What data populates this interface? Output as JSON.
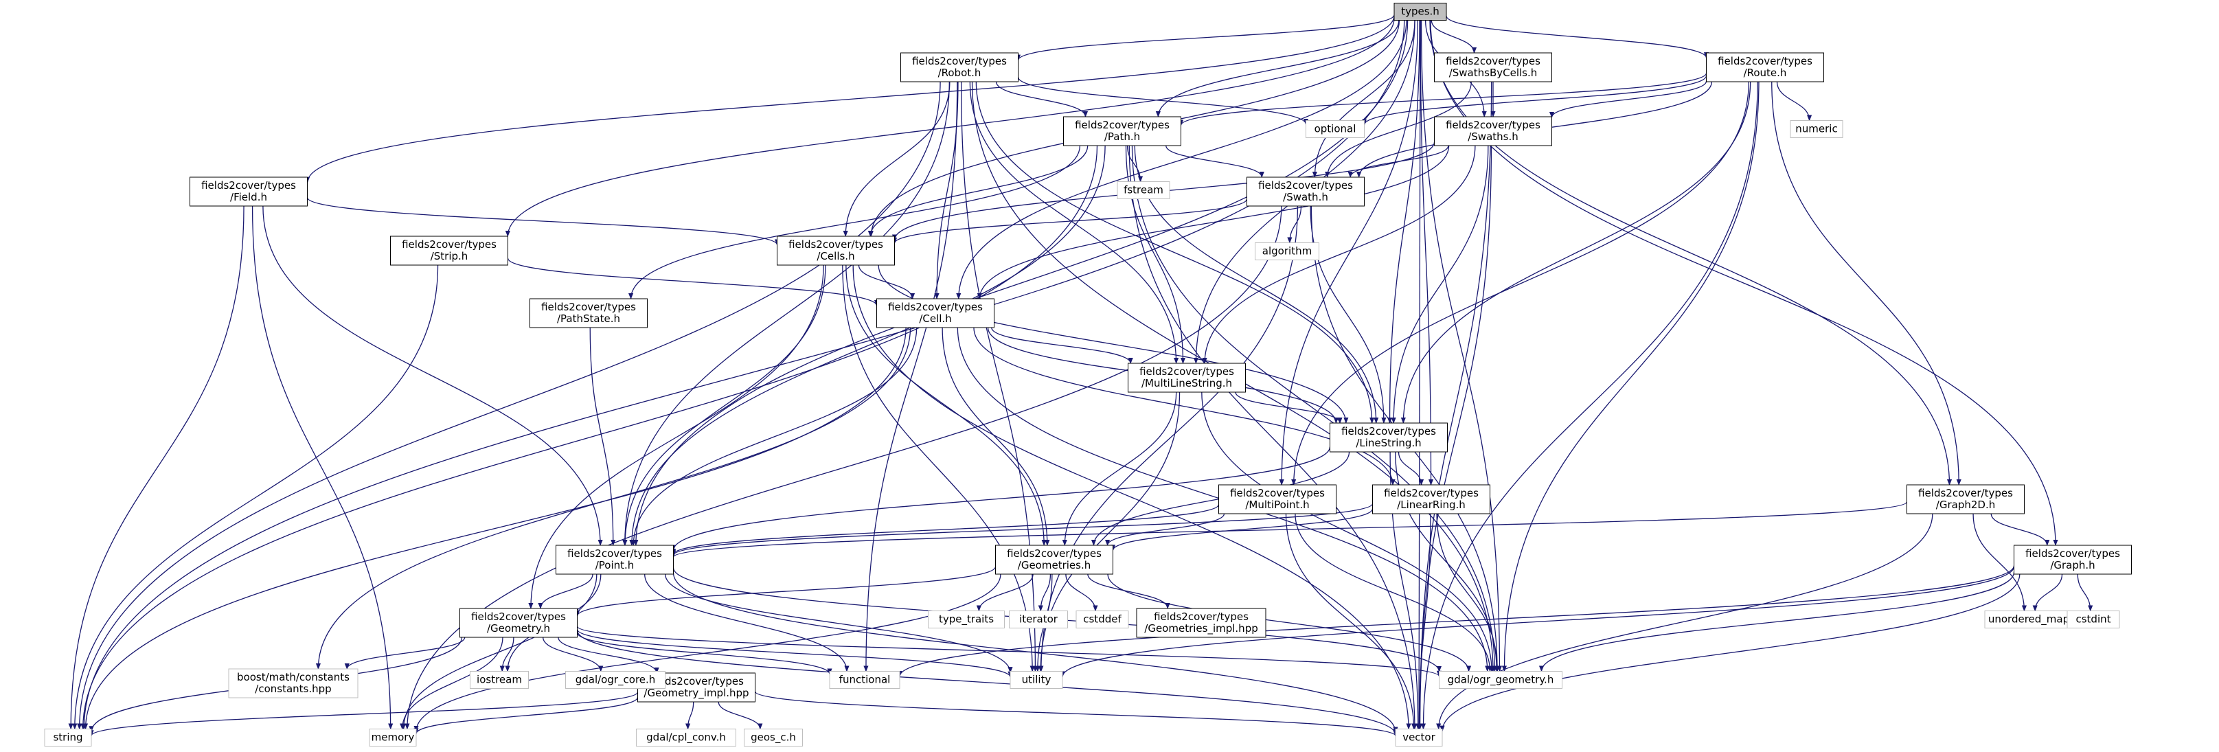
{
  "nodes": [
    {
      "id": "types",
      "lines": [
        "types.h"
      ],
      "kind": "root"
    },
    {
      "id": "robot",
      "lines": [
        "fields2cover/types",
        "/Robot.h"
      ],
      "kind": "header"
    },
    {
      "id": "swathsbycells",
      "lines": [
        "fields2cover/types",
        "/SwathsByCells.h"
      ],
      "kind": "header"
    },
    {
      "id": "route",
      "lines": [
        "fields2cover/types",
        "/Route.h"
      ],
      "kind": "header"
    },
    {
      "id": "path",
      "lines": [
        "fields2cover/types",
        "/Path.h"
      ],
      "kind": "header"
    },
    {
      "id": "swaths",
      "lines": [
        "fields2cover/types",
        "/Swaths.h"
      ],
      "kind": "header"
    },
    {
      "id": "field",
      "lines": [
        "fields2cover/types",
        "/Field.h"
      ],
      "kind": "header"
    },
    {
      "id": "swath",
      "lines": [
        "fields2cover/types",
        "/Swath.h"
      ],
      "kind": "header"
    },
    {
      "id": "strip",
      "lines": [
        "fields2cover/types",
        "/Strip.h"
      ],
      "kind": "header"
    },
    {
      "id": "cells",
      "lines": [
        "fields2cover/types",
        "/Cells.h"
      ],
      "kind": "header"
    },
    {
      "id": "pathstate",
      "lines": [
        "fields2cover/types",
        "/PathState.h"
      ],
      "kind": "header"
    },
    {
      "id": "cell",
      "lines": [
        "fields2cover/types",
        "/Cell.h"
      ],
      "kind": "header"
    },
    {
      "id": "multilinestring",
      "lines": [
        "fields2cover/types",
        "/MultiLineString.h"
      ],
      "kind": "header"
    },
    {
      "id": "linestring",
      "lines": [
        "fields2cover/types",
        "/LineString.h"
      ],
      "kind": "header"
    },
    {
      "id": "multipoint",
      "lines": [
        "fields2cover/types",
        "/MultiPoint.h"
      ],
      "kind": "header"
    },
    {
      "id": "linearring",
      "lines": [
        "fields2cover/types",
        "/LinearRing.h"
      ],
      "kind": "header"
    },
    {
      "id": "graph2d",
      "lines": [
        "fields2cover/types",
        "/Graph2D.h"
      ],
      "kind": "header"
    },
    {
      "id": "point",
      "lines": [
        "fields2cover/types",
        "/Point.h"
      ],
      "kind": "header"
    },
    {
      "id": "geometries",
      "lines": [
        "fields2cover/types",
        "/Geometries.h"
      ],
      "kind": "header"
    },
    {
      "id": "graph",
      "lines": [
        "fields2cover/types",
        "/Graph.h"
      ],
      "kind": "header"
    },
    {
      "id": "geometry",
      "lines": [
        "fields2cover/types",
        "/Geometry.h"
      ],
      "kind": "header"
    },
    {
      "id": "geometries_impl",
      "lines": [
        "fields2cover/types",
        "/Geometries_impl.hpp"
      ],
      "kind": "header"
    },
    {
      "id": "geometry_impl",
      "lines": [
        "fields2cover/types",
        "/Geometry_impl.hpp"
      ],
      "kind": "header"
    },
    {
      "id": "optional",
      "lines": [
        "optional"
      ],
      "kind": "external"
    },
    {
      "id": "numeric",
      "lines": [
        "numeric"
      ],
      "kind": "external"
    },
    {
      "id": "fstream",
      "lines": [
        "fstream"
      ],
      "kind": "external"
    },
    {
      "id": "algorithm",
      "lines": [
        "algorithm"
      ],
      "kind": "external"
    },
    {
      "id": "type_traits",
      "lines": [
        "type_traits"
      ],
      "kind": "external"
    },
    {
      "id": "iterator",
      "lines": [
        "iterator"
      ],
      "kind": "external"
    },
    {
      "id": "cstddef",
      "lines": [
        "cstddef"
      ],
      "kind": "external"
    },
    {
      "id": "unordered_map",
      "lines": [
        "unordered_map"
      ],
      "kind": "external"
    },
    {
      "id": "cstdint",
      "lines": [
        "cstdint"
      ],
      "kind": "external"
    },
    {
      "id": "boost_constants",
      "lines": [
        "boost/math/constants",
        "/constants.hpp"
      ],
      "kind": "external"
    },
    {
      "id": "iostream",
      "lines": [
        "iostream"
      ],
      "kind": "external"
    },
    {
      "id": "ogr_core",
      "lines": [
        "gdal/ogr_core.h"
      ],
      "kind": "external"
    },
    {
      "id": "functional",
      "lines": [
        "functional"
      ],
      "kind": "external"
    },
    {
      "id": "utility",
      "lines": [
        "utility"
      ],
      "kind": "external"
    },
    {
      "id": "ogr_geometry",
      "lines": [
        "gdal/ogr_geometry.h"
      ],
      "kind": "external"
    },
    {
      "id": "string",
      "lines": [
        "string"
      ],
      "kind": "external"
    },
    {
      "id": "memory",
      "lines": [
        "memory"
      ],
      "kind": "external"
    },
    {
      "id": "cpl_conv",
      "lines": [
        "gdal/cpl_conv.h"
      ],
      "kind": "external"
    },
    {
      "id": "geos_c",
      "lines": [
        "geos_c.h"
      ],
      "kind": "external"
    },
    {
      "id": "vector",
      "lines": [
        "vector"
      ],
      "kind": "external"
    }
  ],
  "edges": [
    [
      "types",
      "robot"
    ],
    [
      "types",
      "swathsbycells"
    ],
    [
      "types",
      "route"
    ],
    [
      "types",
      "path"
    ],
    [
      "types",
      "swaths"
    ],
    [
      "types",
      "field"
    ],
    [
      "types",
      "swath"
    ],
    [
      "types",
      "strip"
    ],
    [
      "types",
      "cells"
    ],
    [
      "types",
      "cell"
    ],
    [
      "types",
      "multilinestring"
    ],
    [
      "types",
      "linestring"
    ],
    [
      "types",
      "multipoint"
    ],
    [
      "types",
      "linearring"
    ],
    [
      "types",
      "graph2d"
    ],
    [
      "types",
      "graph"
    ],
    [
      "types",
      "point"
    ],
    [
      "types",
      "ogr_geometry"
    ],
    [
      "types",
      "vector"
    ],
    [
      "types",
      "string"
    ],
    [
      "robot",
      "optional"
    ],
    [
      "robot",
      "path"
    ],
    [
      "robot",
      "cells"
    ],
    [
      "robot",
      "cell"
    ],
    [
      "robot",
      "multilinestring"
    ],
    [
      "robot",
      "linestring"
    ],
    [
      "robot",
      "point"
    ],
    [
      "robot",
      "string"
    ],
    [
      "robot",
      "utility"
    ],
    [
      "robot",
      "functional"
    ],
    [
      "robot",
      "ogr_geometry"
    ],
    [
      "swathsbycells",
      "swaths"
    ],
    [
      "swathsbycells",
      "swath"
    ],
    [
      "swathsbycells",
      "vector"
    ],
    [
      "route",
      "optional"
    ],
    [
      "route",
      "numeric"
    ],
    [
      "route",
      "swaths"
    ],
    [
      "route",
      "swath"
    ],
    [
      "route",
      "path"
    ],
    [
      "route",
      "linestring"
    ],
    [
      "route",
      "multipoint"
    ],
    [
      "route",
      "graph2d"
    ],
    [
      "route",
      "vector"
    ],
    [
      "route",
      "ogr_geometry"
    ],
    [
      "path",
      "fstream"
    ],
    [
      "path",
      "swath"
    ],
    [
      "path",
      "pathstate"
    ],
    [
      "path",
      "cells"
    ],
    [
      "path",
      "multilinestring"
    ],
    [
      "path",
      "linestring"
    ],
    [
      "path",
      "point"
    ],
    [
      "path",
      "string"
    ],
    [
      "path",
      "vector"
    ],
    [
      "path",
      "ogr_geometry"
    ],
    [
      "swaths",
      "swath"
    ],
    [
      "swaths",
      "cell"
    ],
    [
      "swaths",
      "cells"
    ],
    [
      "swaths",
      "multilinestring"
    ],
    [
      "swaths",
      "linestring"
    ],
    [
      "swaths",
      "vector"
    ],
    [
      "field",
      "cells"
    ],
    [
      "field",
      "point"
    ],
    [
      "field",
      "string"
    ],
    [
      "field",
      "memory"
    ],
    [
      "swath",
      "algorithm"
    ],
    [
      "swath",
      "cells"
    ],
    [
      "swath",
      "linestring"
    ],
    [
      "swath",
      "utility"
    ],
    [
      "swath",
      "memory"
    ],
    [
      "swath",
      "ogr_geometry"
    ],
    [
      "strip",
      "cell"
    ],
    [
      "strip",
      "string"
    ],
    [
      "cells",
      "cell"
    ],
    [
      "cells",
      "geometries"
    ],
    [
      "cells",
      "geometry"
    ],
    [
      "cells",
      "point"
    ],
    [
      "cells",
      "linestring"
    ],
    [
      "cells",
      "utility"
    ],
    [
      "cells",
      "vector"
    ],
    [
      "pathstate",
      "point"
    ],
    [
      "cell",
      "multilinestring"
    ],
    [
      "cell",
      "linestring"
    ],
    [
      "cell",
      "linearring"
    ],
    [
      "cell",
      "geometries"
    ],
    [
      "cell",
      "point"
    ],
    [
      "cell",
      "boost_constants"
    ],
    [
      "cell",
      "string"
    ],
    [
      "cell",
      "ogr_geometry"
    ],
    [
      "multilinestring",
      "linestring"
    ],
    [
      "multilinestring",
      "geometries"
    ],
    [
      "multilinestring",
      "utility"
    ],
    [
      "multilinestring",
      "ogr_geometry"
    ],
    [
      "linestring",
      "linearring"
    ],
    [
      "linestring",
      "point"
    ],
    [
      "linestring",
      "geometries"
    ],
    [
      "linestring",
      "vector"
    ],
    [
      "linestring",
      "ogr_geometry"
    ],
    [
      "multipoint",
      "point"
    ],
    [
      "multipoint",
      "geometries"
    ],
    [
      "multipoint",
      "vector"
    ],
    [
      "multipoint",
      "ogr_geometry"
    ],
    [
      "linearring",
      "point"
    ],
    [
      "linearring",
      "geometries"
    ],
    [
      "linearring",
      "vector"
    ],
    [
      "linearring",
      "ogr_geometry"
    ],
    [
      "graph2d",
      "graph"
    ],
    [
      "graph2d",
      "unordered_map"
    ],
    [
      "graph2d",
      "vector"
    ],
    [
      "graph2d",
      "point"
    ],
    [
      "point",
      "geometry"
    ],
    [
      "point",
      "iostream"
    ],
    [
      "point",
      "functional"
    ],
    [
      "point",
      "memory"
    ],
    [
      "point",
      "vector"
    ],
    [
      "point",
      "utility"
    ],
    [
      "point",
      "ogr_geometry"
    ],
    [
      "geometries",
      "type_traits"
    ],
    [
      "geometries",
      "iterator"
    ],
    [
      "geometries",
      "cstddef"
    ],
    [
      "geometries",
      "geometries_impl"
    ],
    [
      "geometries",
      "geometry"
    ],
    [
      "geometries",
      "ogr_geometry"
    ],
    [
      "geometries",
      "utility"
    ],
    [
      "geometries",
      "memory"
    ],
    [
      "graph",
      "unordered_map"
    ],
    [
      "graph",
      "cstdint"
    ],
    [
      "graph",
      "vector"
    ],
    [
      "graph",
      "utility"
    ],
    [
      "graph",
      "functional"
    ],
    [
      "graph",
      "ogr_geometry"
    ],
    [
      "geometry",
      "boost_constants"
    ],
    [
      "geometry",
      "iostream"
    ],
    [
      "geometry",
      "ogr_core"
    ],
    [
      "geometry",
      "ogr_geometry"
    ],
    [
      "geometry",
      "geometry_impl"
    ],
    [
      "geometry",
      "string"
    ],
    [
      "geometry",
      "memory"
    ],
    [
      "geometry",
      "vector"
    ],
    [
      "geometry",
      "utility"
    ],
    [
      "geometry",
      "functional"
    ],
    [
      "geometry_impl",
      "string"
    ],
    [
      "geometry_impl",
      "memory"
    ],
    [
      "geometry_impl",
      "cpl_conv"
    ],
    [
      "geometry_impl",
      "geos_c"
    ],
    [
      "geometry_impl",
      "vector"
    ]
  ],
  "colors": {
    "edge": "#191970",
    "node_border": "#000000",
    "external_border": "#bfbfbf",
    "root_fill": "#bfbfbf",
    "node_fill": "#ffffff",
    "text": "#000000"
  }
}
